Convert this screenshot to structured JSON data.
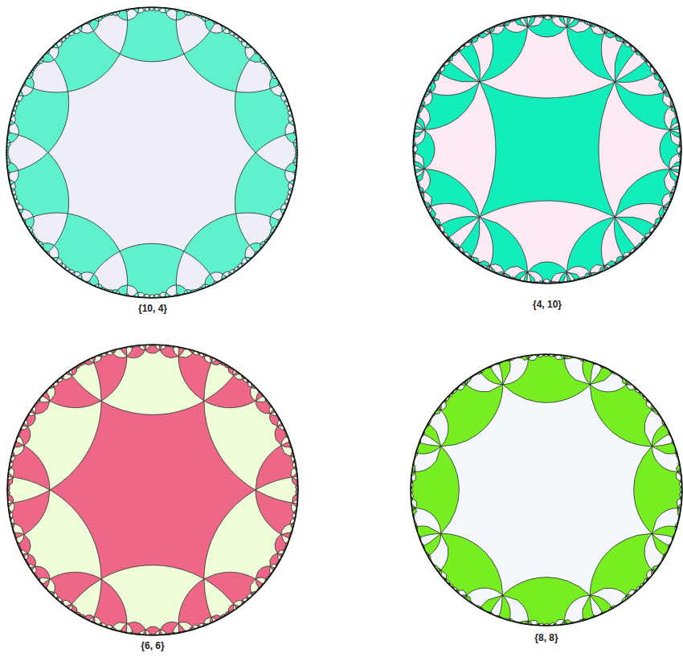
{
  "diagram": {
    "labels": [
      "{10, 4}",
      "{4, 10}",
      "{6, 6}",
      "{8, 8}"
    ]
  }
}
